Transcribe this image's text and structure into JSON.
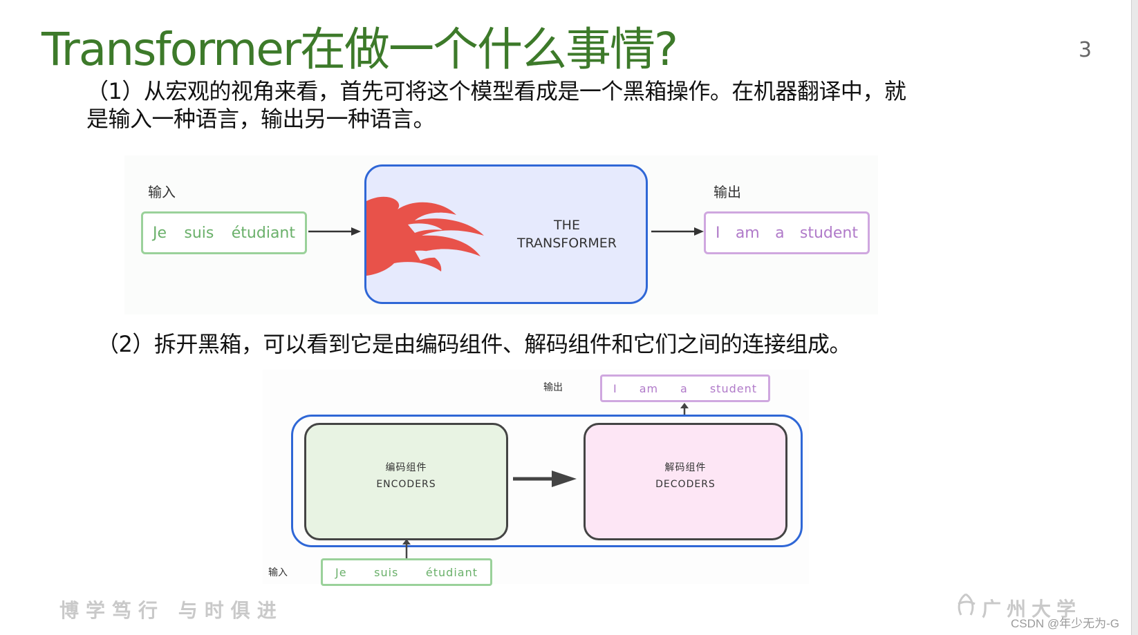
{
  "slide": {
    "title": "Transformer在做一个什么事情?",
    "page_number": "3",
    "paragraph1_line1": "（1）从宏观的视角来看，首先可将这个模型看成是一个黑箱操作。在机器翻译中，就",
    "paragraph1_line2": "是输入一种语言，输出另一种语言。",
    "paragraph2": "（2）拆开黑箱，可以看到它是由编码组件、解码组件和它们之间的连接组成。"
  },
  "diagram1": {
    "input_label": "输入",
    "output_label": "输出",
    "input_words": [
      "Je",
      "suis",
      "étudiant"
    ],
    "output_words": [
      "I",
      "am",
      "a",
      "student"
    ],
    "transformer_line1": "THE",
    "transformer_line2": "TRANSFORMER",
    "colors": {
      "input": "#9ad19a",
      "output": "#cfa7df",
      "transformer_border": "#2f67d6",
      "transformer_fill": "#e6eafd",
      "flame": "#e8524a"
    }
  },
  "diagram2": {
    "output_label": "输出",
    "input_label": "输入",
    "output_words": [
      "I",
      "am",
      "a",
      "student"
    ],
    "input_words": [
      "Je",
      "suis",
      "étudiant"
    ],
    "encoder_cn": "编码组件",
    "encoder_en": "ENCODERS",
    "decoder_cn": "解码组件",
    "decoder_en": "DECODERS",
    "colors": {
      "encoder_fill": "#e8f3e3",
      "decoder_fill": "#fde6f5",
      "outer_border": "#2f67d6"
    }
  },
  "footer": {
    "motto": "博学笃行 与时俱进",
    "university": "广州大学",
    "watermark": "CSDN @年少无为-G"
  }
}
